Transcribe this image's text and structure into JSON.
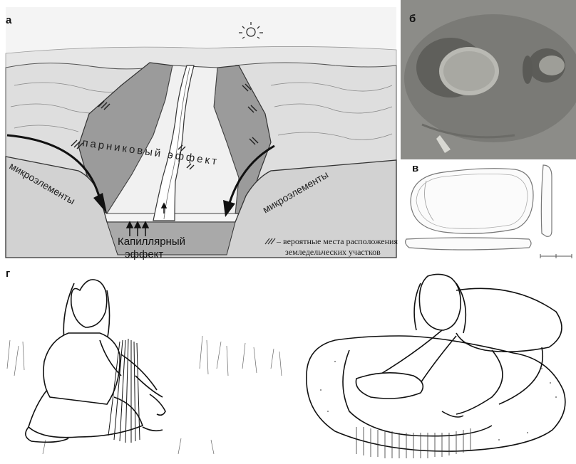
{
  "figure": {
    "panel_a": {
      "label": "а",
      "greenhouse_text": "парниковый эффект",
      "micro_left": "микроэлементы",
      "micro_right": "микроэлементы",
      "capillary_line1": "Капиллярный",
      "capillary_line2": "эффект",
      "legend_text_line1": "– вероятные места расположения",
      "legend_text_line2": "земледельческих участков"
    },
    "panel_b": {
      "label": "б"
    },
    "panel_v": {
      "label": "в"
    },
    "panel_g": {
      "label": "г"
    }
  }
}
